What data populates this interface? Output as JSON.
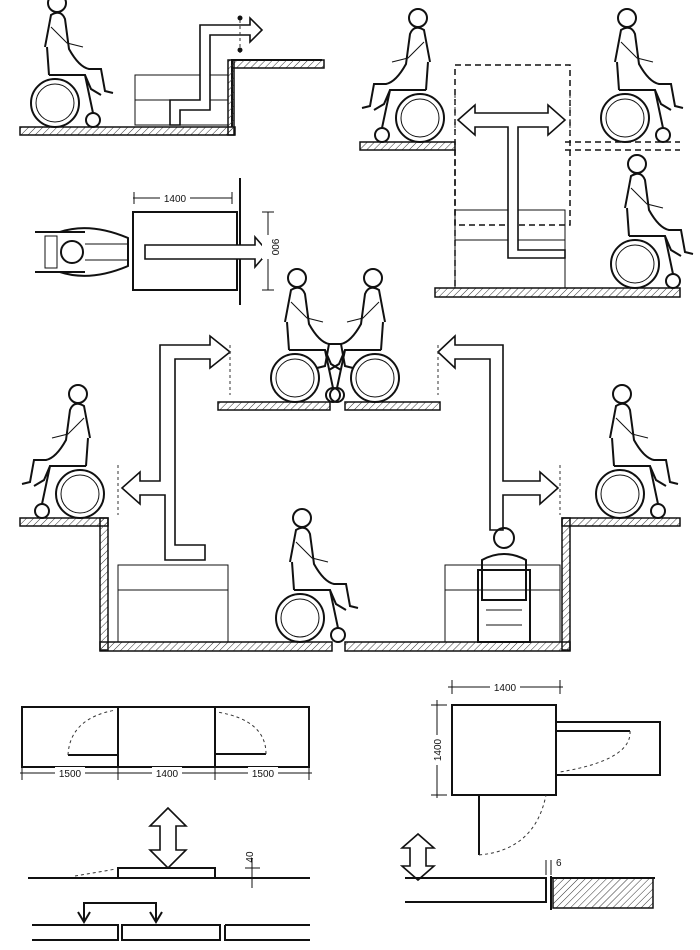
{
  "figure": {
    "title": "Wheelchair platform lift arrangements",
    "colors": {
      "ink": "#111111",
      "background": "#ffffff"
    }
  },
  "plan_view": {
    "platform_length": "1400",
    "platform_width": "900"
  },
  "bottom_left_plan": {
    "left_landing": "1500",
    "platform": "1400",
    "right_landing": "1500",
    "ramp_height": "40"
  },
  "bottom_right_plan": {
    "platform_width": "1400",
    "platform_depth": "1400",
    "gap": "6"
  },
  "icons": [
    "wheelchair-user-icon",
    "double-arrow-icon",
    "arrow-icon",
    "hatch-wall-icon"
  ]
}
